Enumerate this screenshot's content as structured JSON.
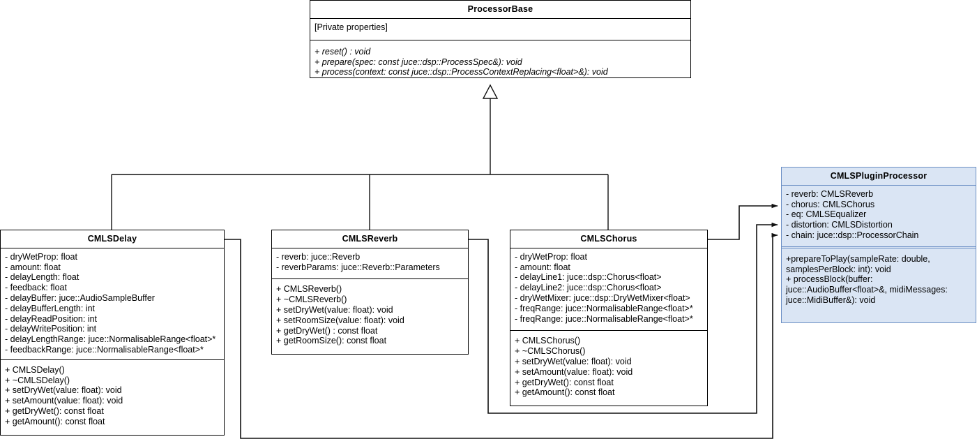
{
  "diagram": {
    "title_hidden": "",
    "colors": {
      "line": "#000000",
      "accent_fill": "#dae5f4",
      "accent_border": "#6b8fc4",
      "box_fill": "#ffffff"
    }
  },
  "classes": {
    "processor_base": {
      "name": "ProcessorBase",
      "properties": [
        "[Private properties]"
      ],
      "operations": [
        "+ reset() : void",
        "+ prepare(spec: const juce::dsp::ProcessSpec&): void",
        "+ process(context: const juce::dsp::ProcessContextReplacing<float>&): void"
      ]
    },
    "cmls_delay": {
      "name": "CMLSDelay",
      "properties": [
        "- dryWetProp: float",
        "- amount: float",
        "- delayLength: float",
        "- feedback: float",
        "- delayBuffer: juce::AudioSampleBuffer",
        "- delayBufferLength: int",
        "- delayReadPosition: int",
        "- delayWritePosition: int",
        "- delayLengthRange: juce::NormalisableRange<float>*",
        "- feedbackRange: juce::NormalisableRange<float>*"
      ],
      "operations": [
        "+ CMLSDelay()",
        "+ ~CMLSDelay()",
        "+ setDryWet(value: float): void",
        "+ setAmount(value: float): void",
        "+ getDryWet(): const float",
        "+ getAmount(): const float"
      ]
    },
    "cmls_reverb": {
      "name": "CMLSReverb",
      "properties": [
        "- reverb: juce::Reverb",
        "- reverbParams: juce::Reverb::Parameters"
      ],
      "operations": [
        "+ CMLSReverb()",
        "+ ~CMLSReverb()",
        "+ setDryWet(value: float): void",
        "+ setRoomSize(value: float): void",
        "+ getDryWet() : const float",
        "+ getRoomSize(): const float"
      ]
    },
    "cmls_chorus": {
      "name": "CMLSChorus",
      "properties": [
        "- dryWetProp: float",
        "- amount: float",
        "- delayLine1: juce::dsp::Chorus<float>",
        "- delayLine2: juce::dsp::Chorus<float>",
        "- dryWetMixer: juce::dsp::DryWetMixer<float>",
        "- freqRange: juce::NormalisableRange<float>*",
        "- freqRange: juce::NormalisableRange<float>*"
      ],
      "operations": [
        "+ CMLSChorus()",
        "+ ~CMLSChorus()",
        "+ setDryWet(value: float): void",
        "+ setAmount(value: float): void",
        "+ getDryWet(): const float",
        "+ getAmount(): const float"
      ]
    },
    "cmls_plugin_processor": {
      "name": "CMLSPluginProcessor",
      "properties": [
        "- reverb: CMLSReverb",
        "- chorus: CMLSChorus",
        "- eq: CMLSEqualizer",
        "- distortion: CMLSDistortion",
        "- chain: juce::dsp::ProcessorChain"
      ],
      "operations": [
        "+prepareToPlay(sampleRate: double, samplesPerBlock: int): void",
        "+ processBlock(buffer: juce::AudioBuffer<float>&, midiMessages: juce::MidiBuffer&): void"
      ]
    }
  }
}
